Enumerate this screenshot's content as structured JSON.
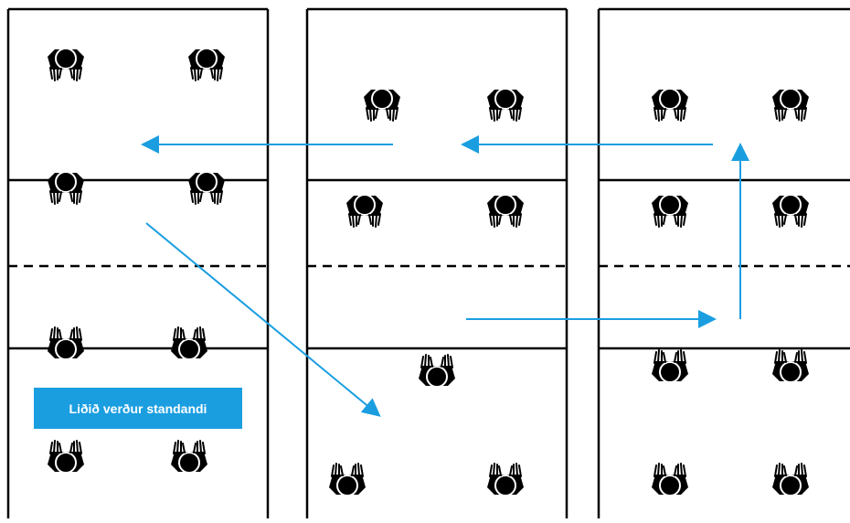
{
  "banner": {
    "text": "Liðið verður standandi"
  },
  "colors": {
    "arrow": "#1a9ee0",
    "line": "#000000",
    "player": "#000000",
    "banner_bg": "#1a9ee0",
    "banner_text": "#ffffff"
  },
  "panels": [
    {
      "name": "panel-1",
      "players_facing_down": 4,
      "players_facing_up": 4
    },
    {
      "name": "panel-2",
      "players_facing_down": 4,
      "players_facing_up": 3
    },
    {
      "name": "panel-3",
      "players_facing_down": 4,
      "players_facing_up": 4
    }
  ]
}
